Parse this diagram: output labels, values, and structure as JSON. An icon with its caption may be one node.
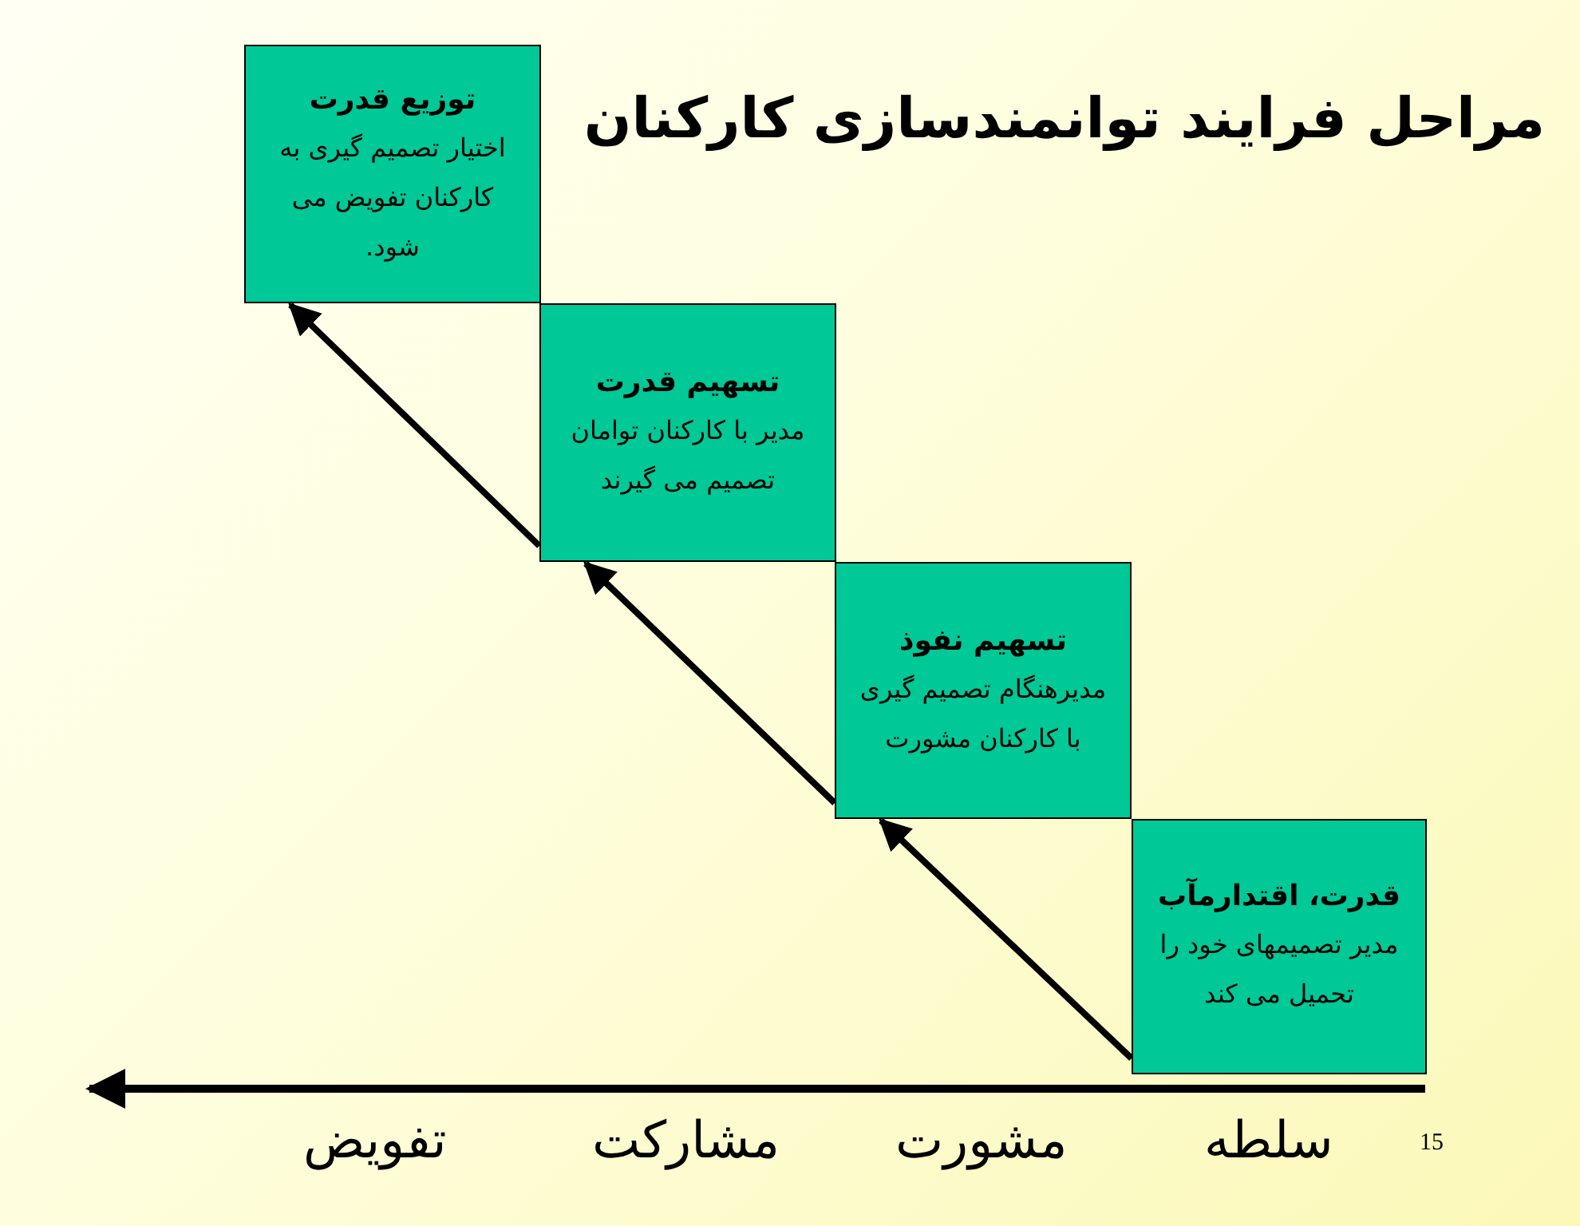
{
  "diagram": {
    "title": "مراحل فرایند توانمندسازی کارکنان",
    "nodes": [
      {
        "text": [
          "توزیع قدرت",
          "اختیار تصمیم گیری به کارکنان تفویض می شود."
        ]
      },
      {
        "text": [
          "تسهیم قدرت",
          "مدیر با کارکنان توامان تصمیم می گیرند"
        ]
      },
      {
        "text": [
          "تسهیم نفوذ",
          "مدیرهنگام تصمیم گیری با کارکنان مشورت"
        ]
      },
      {
        "text": [
          "قدرت، اقتدارمآب",
          "مدیر تصمیمهای خود را تحمیل می کند"
        ]
      }
    ],
    "edges": [
      {
        "from": 1,
        "to": 0,
        "arrow": "to"
      },
      {
        "from": 2,
        "to": 1,
        "arrow": "to"
      },
      {
        "from": 3,
        "to": 2,
        "arrow": "to"
      }
    ],
    "labels": [
      "سلطه",
      "مشورت",
      "مشارکت",
      "تفویض",
      "15"
    ]
  }
}
